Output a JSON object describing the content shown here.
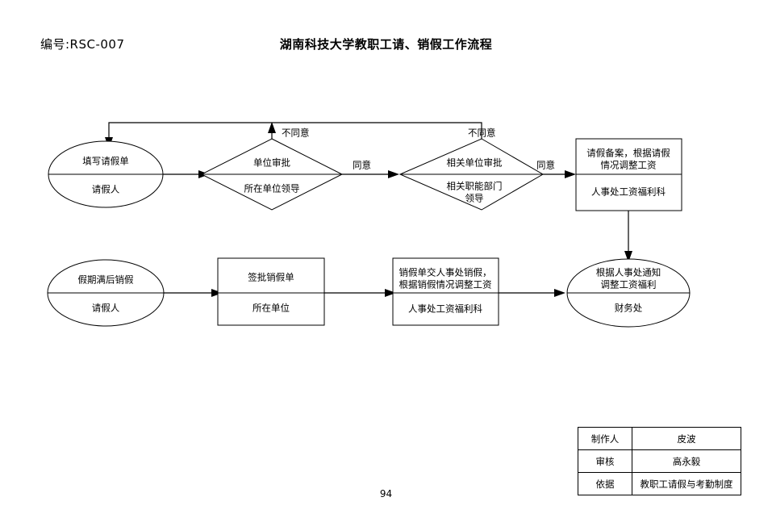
{
  "document": {
    "code_label": "编号:RSC-007",
    "title": "湖南科技大学教职工请、销假工作流程",
    "page_number": "94"
  },
  "flow": {
    "row1": {
      "start_ellipse": {
        "name": "fill-leave-form",
        "line1": "填写请假单",
        "line2": "请假人"
      },
      "decision1": {
        "name": "unit-approval",
        "line1": "单位审批",
        "line2": "所在单位领导"
      },
      "decision2": {
        "name": "related-unit-approval",
        "line1": "相关单位审批",
        "line2": "相关职能部门",
        "line3": "领导"
      },
      "process_box": {
        "name": "leave-record-salary-adjust",
        "line1": "请假备案，根据请假",
        "line2": "情况调整工资",
        "line3": "人事处工资福利科"
      }
    },
    "row2": {
      "start_ellipse": {
        "name": "cancel-leave-after-expiry",
        "line1": "假期满后销假",
        "line2": "请假人"
      },
      "box1": {
        "name": "sign-cancel-leave-form",
        "line1": "签批销假单",
        "line2": "所在单位"
      },
      "box2": {
        "name": "submit-cancel-form-hr",
        "line1": "销假单交人事处销假，",
        "line2": "根据销假情况调整工资",
        "line3": "人事处工资福利科"
      },
      "end_ellipse": {
        "name": "finance-adjust-salary",
        "line1": "根据人事处通知",
        "line2": "调整工资福利",
        "line3": "财务处"
      }
    },
    "edge_labels": {
      "reject1": "不同意",
      "reject2": "不同意",
      "agree1": "同意",
      "agree2": "同意"
    }
  },
  "signature_table": {
    "rows": [
      {
        "key": "制作人",
        "value": "皮波"
      },
      {
        "key": "审核",
        "value": "高永毅"
      },
      {
        "key": "依据",
        "value": "教职工请假与考勤制度"
      }
    ]
  }
}
